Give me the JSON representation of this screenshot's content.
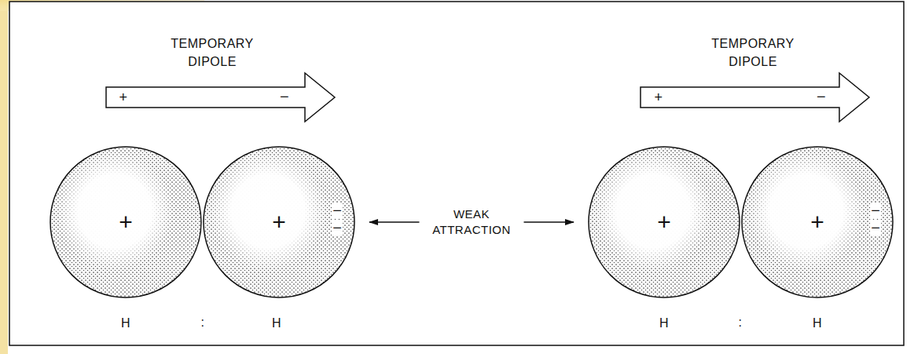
{
  "diagram": {
    "nodes": [
      {
        "text": [
          "+"
        ]
      },
      {
        "text": [
          "+",
          "−",
          "−"
        ]
      },
      {
        "text": [
          "+"
        ]
      },
      {
        "text": [
          "+",
          "−",
          "−"
        ]
      }
    ],
    "edges": [
      {
        "from": 1,
        "to": 2,
        "label": "WEAK ATTRACTION",
        "arrow": "both"
      }
    ],
    "labels": [
      "TEMPORARY DIPOLE",
      "+",
      "−",
      "H",
      ":",
      "H",
      "TEMPORARY DIPOLE",
      "+",
      "−",
      "H",
      ":",
      "H"
    ]
  }
}
